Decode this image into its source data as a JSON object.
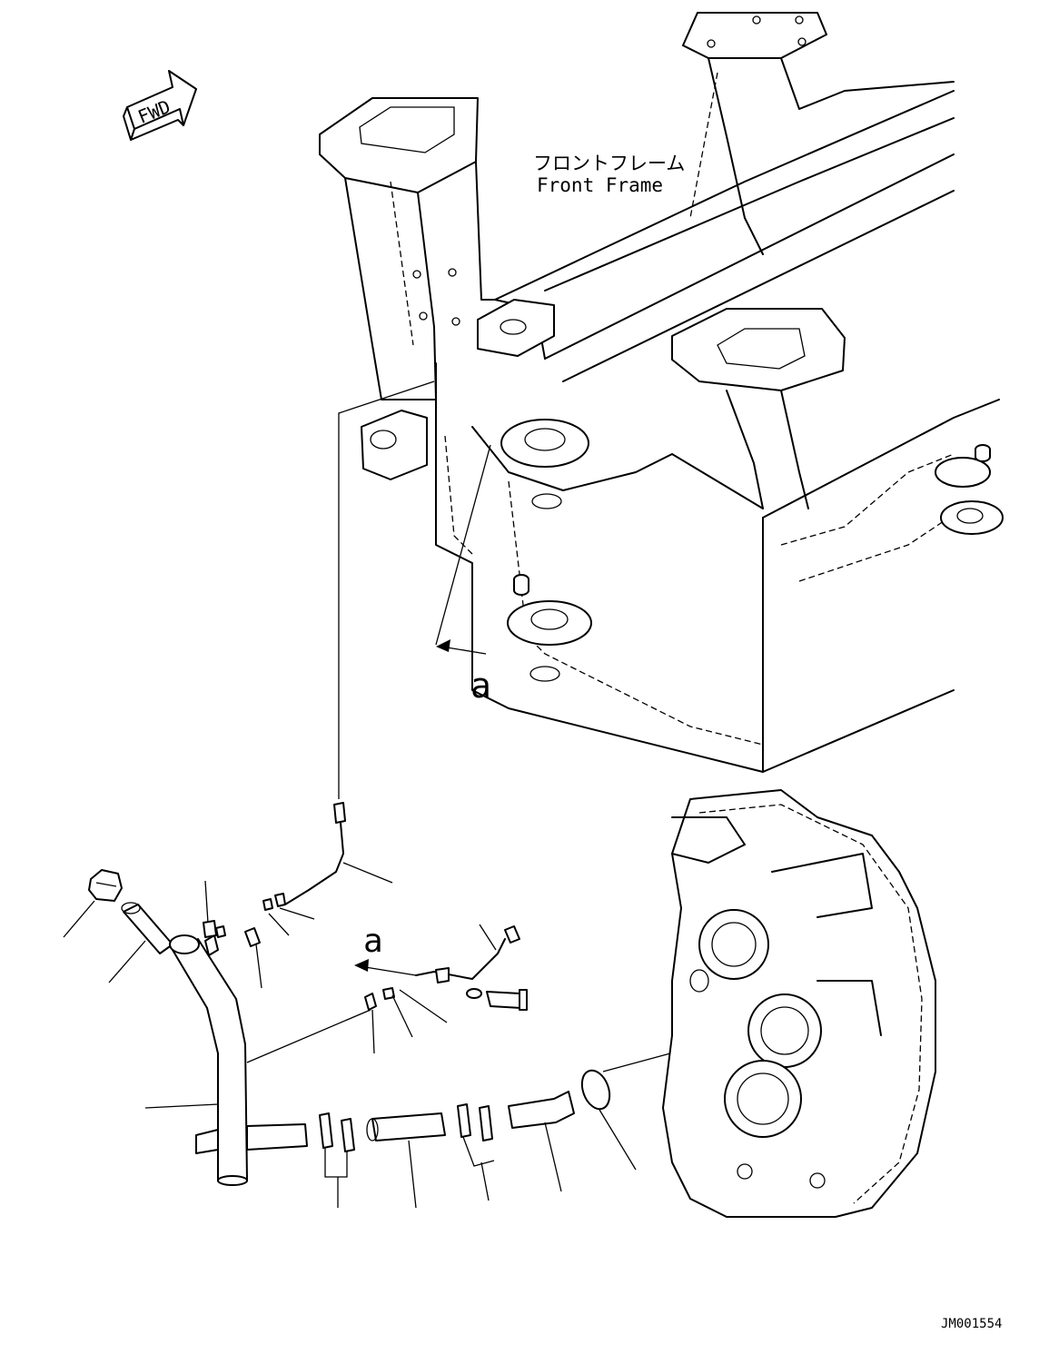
{
  "labels": {
    "frame_jp": "フロントフレーム",
    "frame_en": "Front Frame",
    "fwd": "FWD",
    "ref_upper": "a",
    "ref_lower": "a",
    "drawing_id": "JM001554"
  }
}
